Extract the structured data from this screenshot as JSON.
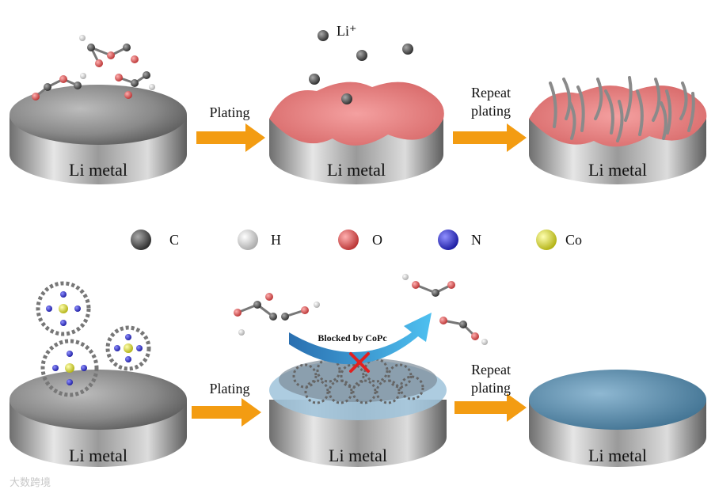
{
  "disks": {
    "top_left": "Li metal",
    "top_middle": "Li metal",
    "top_right": "Li metal",
    "bottom_left": "Li metal",
    "bottom_middle": "Li metal",
    "bottom_right": "Li metal"
  },
  "arrows": {
    "top_plating": "Plating",
    "top_repeat_line1": "Repeat",
    "top_repeat_line2": "plating",
    "bottom_plating": "Plating",
    "bottom_repeat_line1": "Repeat",
    "bottom_repeat_line2": "plating"
  },
  "li_ion_label": "Li⁺",
  "blocked_label": "Blocked by CoPc",
  "legend": [
    {
      "label": "C",
      "color": "#4a4a4a"
    },
    {
      "label": "H",
      "color": "#dcdcdc"
    },
    {
      "label": "O",
      "color": "#d85a5a"
    },
    {
      "label": "N",
      "color": "#3a3ad0"
    },
    {
      "label": "Co",
      "color": "#e8e840"
    }
  ],
  "watermark": "大数跨境",
  "colors": {
    "arrow_orange": "#f39c12",
    "sei_pink": "#e87a7a",
    "film_blue": "#6a9ec0",
    "curved_arrow": "#3aa0e0",
    "block_x": "#e02020"
  }
}
